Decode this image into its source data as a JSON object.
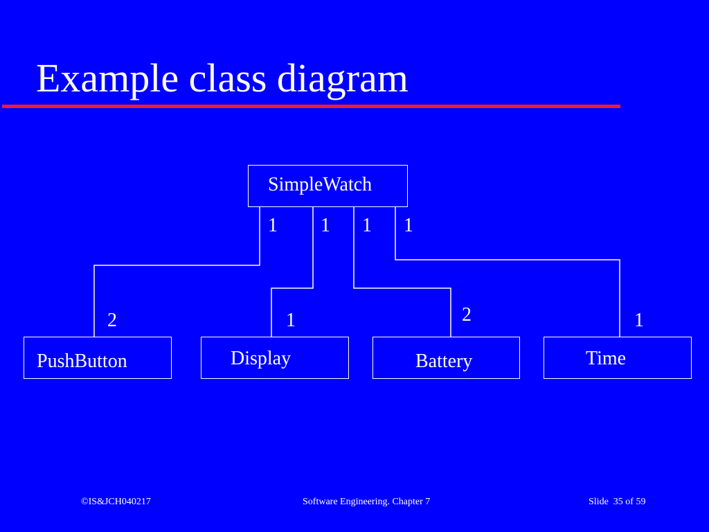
{
  "slide": {
    "title": "Example class diagram",
    "colors": {
      "background": "#0000ff",
      "rule": "#ee1c2e",
      "text": "#ffffff"
    }
  },
  "diagram": {
    "root": {
      "name": "SimpleWatch"
    },
    "root_multiplicities": [
      "1",
      "1",
      "1",
      "1"
    ],
    "children": [
      {
        "name": "PushButton",
        "multiplicity": "2"
      },
      {
        "name": "Display",
        "multiplicity": "1"
      },
      {
        "name": "Battery",
        "multiplicity": "2"
      },
      {
        "name": "Time",
        "multiplicity": "1"
      }
    ]
  },
  "footer": {
    "copyright": "©IS&JCH040217",
    "course": "Software Engineering. Chapter 7",
    "slide_number": "Slide  35 of 59"
  }
}
